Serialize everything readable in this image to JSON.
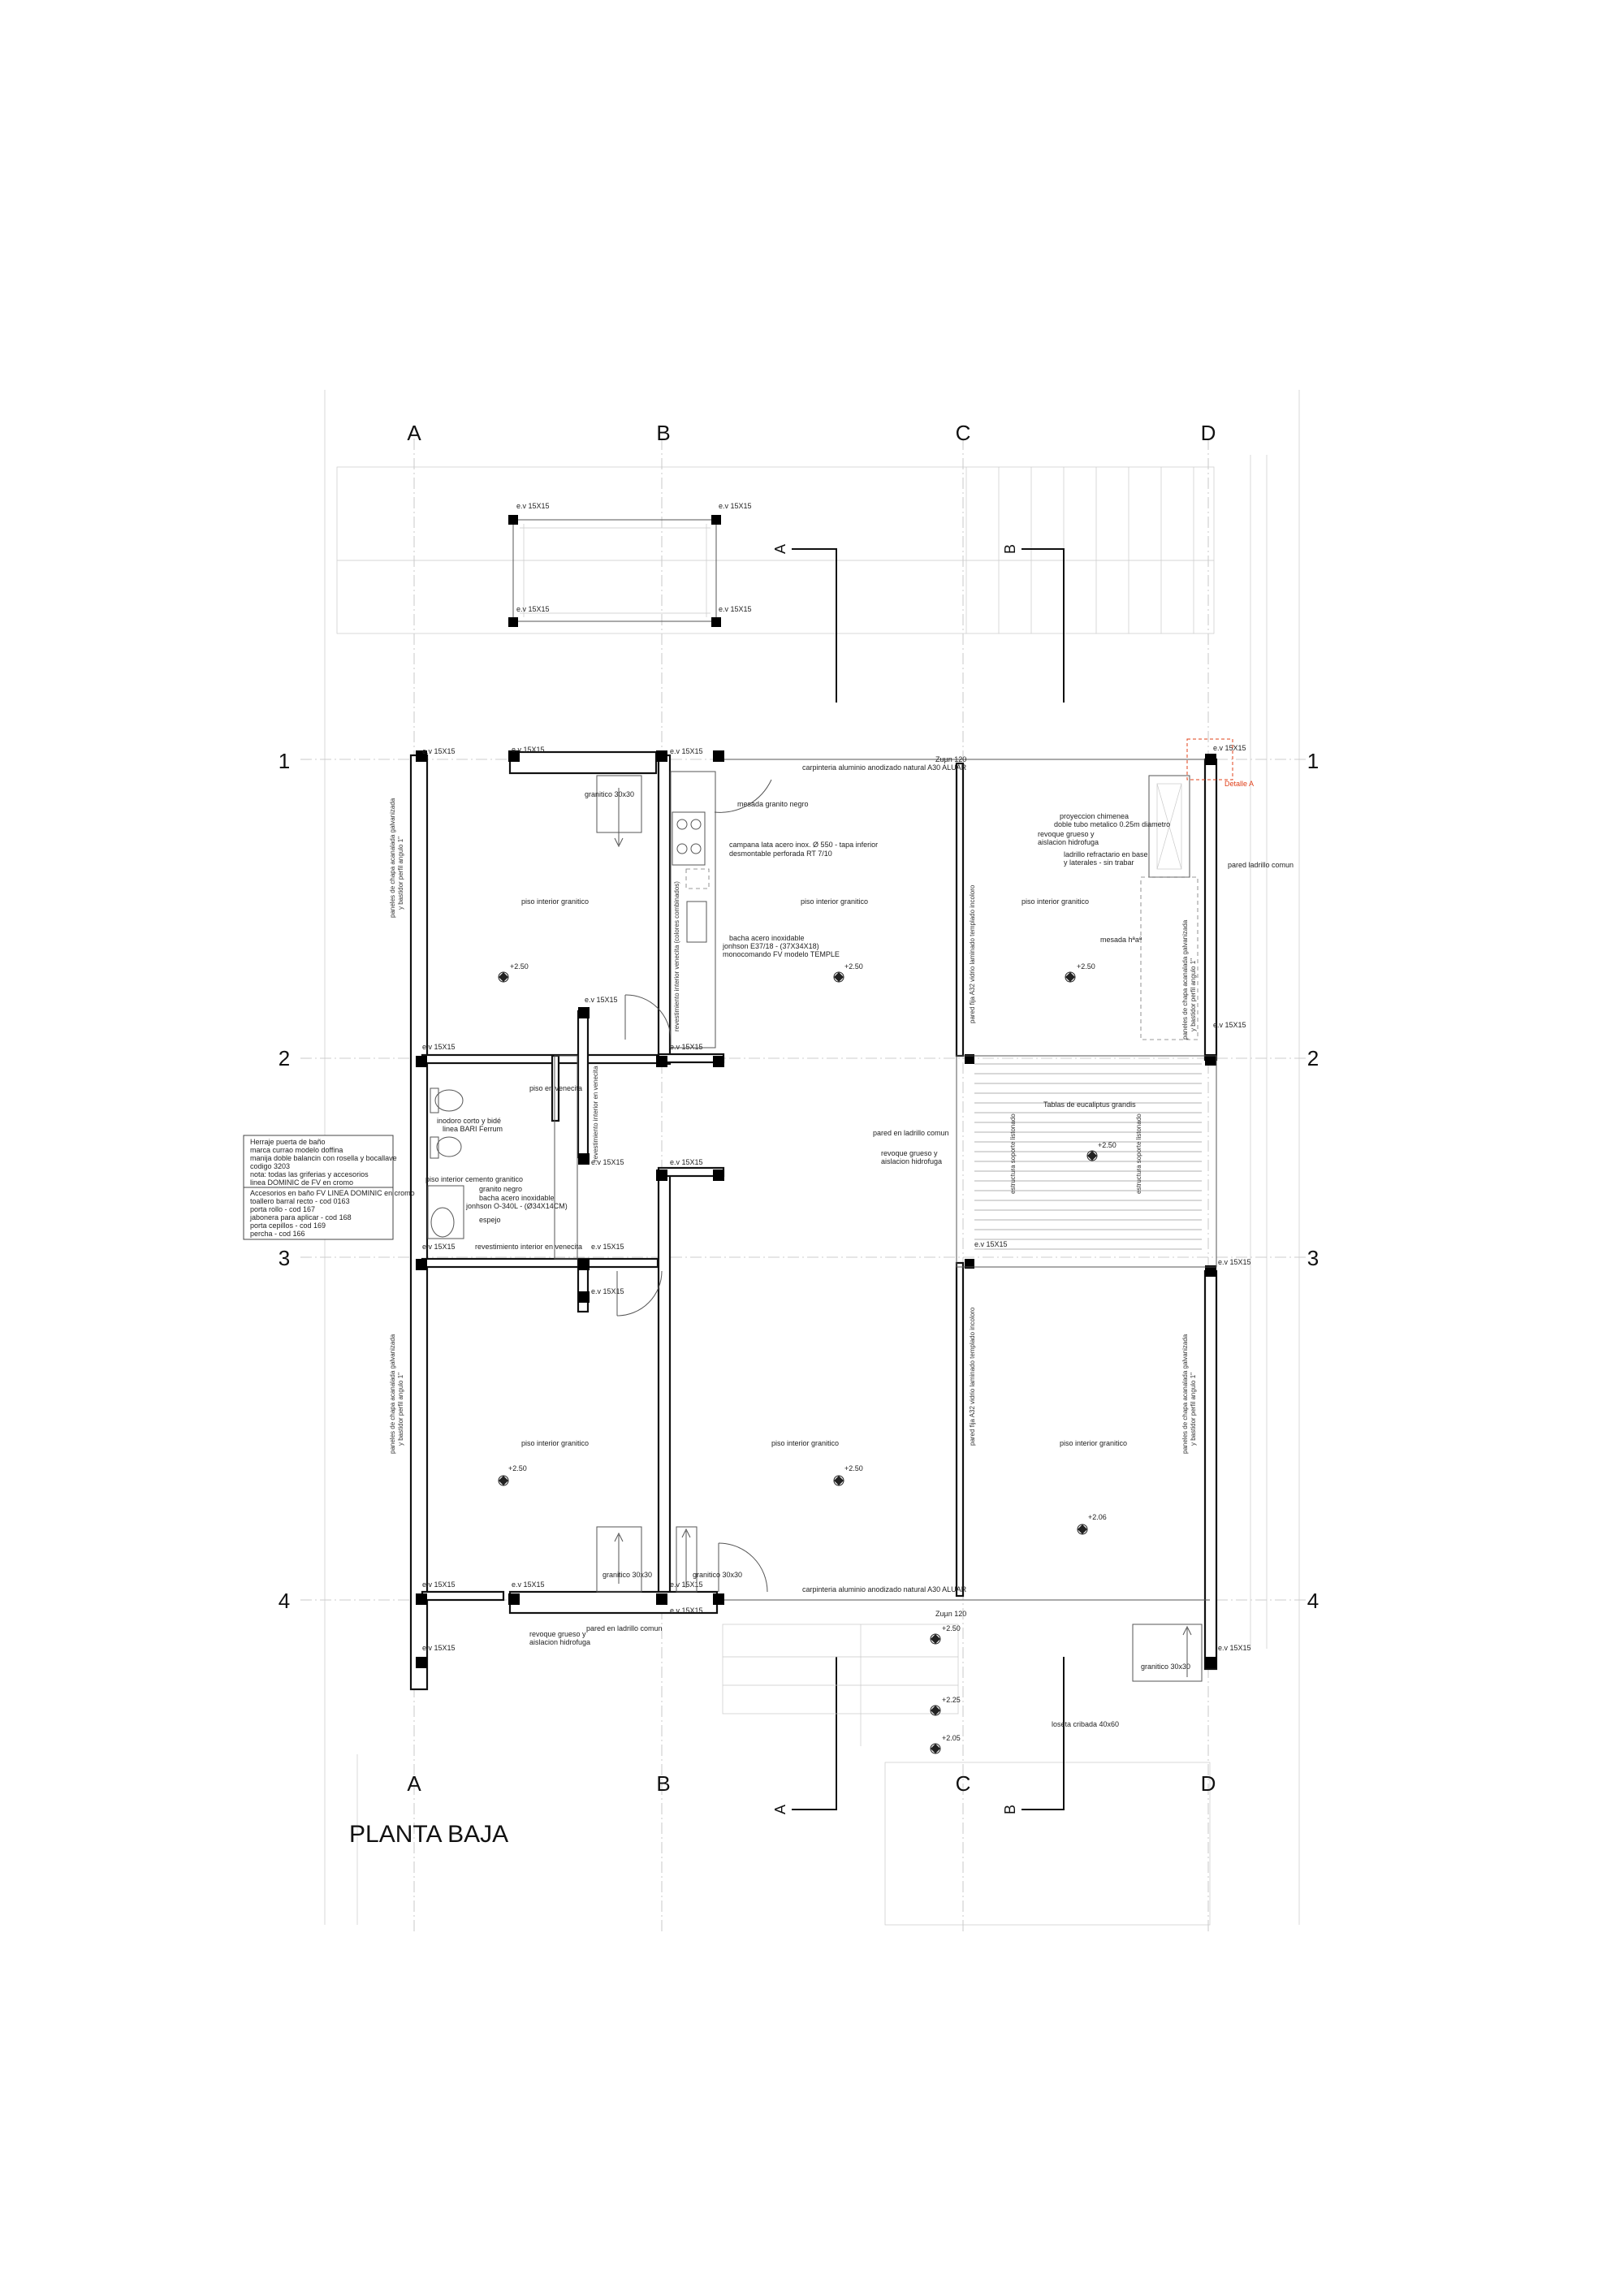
{
  "title": "PLANTA BAJA",
  "grid": {
    "columns": [
      "A",
      "B",
      "C",
      "D"
    ],
    "rows": [
      "1",
      "2",
      "3",
      "4"
    ]
  },
  "sections": {
    "a": "A",
    "b": "B"
  },
  "column_tags": {
    "e15": "e.v 15X15",
    "zuncho": "Zuµn 120"
  },
  "detail_label": "Detalle A",
  "notes": {
    "carpinteria_top": "carpinteria aluminio anodizado natural A30 ALUAR",
    "carpinteria_bottom": "carpinteria aluminio anodizado natural A30 ALUAR",
    "mesada": "mesada granito negro",
    "campana": "campana lata acero inox.  Ø 550 - tapa inferior",
    "campana_2": "desmontable perforada RT 7/10",
    "bacha_1": "bacha acero inoxidable",
    "bacha_2": "jonhson E37/18 - (37X34X18)",
    "bacha_3": "monocomando FV modelo TEMPLE",
    "granitico_top": "granitico 30x30",
    "granitico_b1": "granitico 30x30",
    "granitico_b2": "granitico 30x30",
    "granitico_b3": "granitico 30x30",
    "piso_1": "piso interior  granitico",
    "piso_2": "piso interior  granitico",
    "piso_3": "piso interior  granitico",
    "piso_4": "piso interior  granitico",
    "piso_5": "piso interior  granitico",
    "piso_6": "piso interior  granitico",
    "chimenea_1": "proyeccion chimenea",
    "chimenea_2": "doble tubo metalico 0.25m diametro",
    "revoque_top_1": "revoque grueso  y",
    "revoque_top_2": "aislacion hidrofuga",
    "ladrillo_1": "ladrillo refractario en base",
    "ladrillo_2": "y laterales - sin trabar",
    "pared_ladrillo": "pared ladrillo comun",
    "mesada_h": "mesada hªaª",
    "piso_venecita": "piso en venecita",
    "inodoro_1": "inodoro corto y bidé",
    "inodoro_2": "linea BARI Ferrum",
    "piso_cemento": "piso interior cemento granitico",
    "granito_negro": "granito negro",
    "bacha_bano_1": "bacha acero inoxidable",
    "bacha_bano_2": "jonhson O-340L - (Ø34X14CM)",
    "espejo": "espejo",
    "rev_venecita": "revestimiento interior en venecita",
    "pared_ladrillo_centro": "pared en ladrillo comun",
    "revoque_centro_1": "revoque grueso  y",
    "revoque_centro_2": "aislacion hidrofuga",
    "tablas": "Tablas de eucaliptus grandis",
    "pared_ladrillo_bottom": "pared en ladrillo comun",
    "revoque_bottom_1": "revoque grueso  y",
    "revoque_bottom_2": "aislacion hidrofuga",
    "loseta": "loseta cribada 40x60",
    "granitico_d4": "granitico 30x30"
  },
  "vertical_notes": {
    "paneles_left_top": "paneles de chapa acanalada galvanizada",
    "paneles_left_top_2": "y bastidor perfil angulo 1\"",
    "paneles_left_bottom": "paneles de chapa acanalada galvanizada",
    "paneles_left_bottom_2": "y bastidor perfil angulo 1\"",
    "paneles_right_top": "paneles de chapa acanalada galvanizada",
    "paneles_right_top_2": "y bastidor perfil angulo 1\"",
    "paneles_right_bottom": "paneles de chapa acanalada galvanizada",
    "paneles_right_bottom_2": "y bastidor perfil angulo 1\"",
    "rev_kitchen": "revestimiento interior venecita (colores combinados)",
    "rev_bath": "revestimiento interior en venecita",
    "estructura_c_top": "pared fija A32 vidrio laminado templado incoloro",
    "estructura_c_bottom": "pared fija A32 vidrio laminado templado incoloro",
    "estructura_deck_1": "estructura soporte listonado",
    "estructura_deck_2": "estructura soporte listonado"
  },
  "legend": {
    "lines_top": [
      "Herraje puerta de baño",
      "marca currao modelo doffina",
      "manija doble balancin con rosella y bocallave",
      "codigo 3203",
      "nota: todas las griferias y accesorios",
      "  linea  DOMINIC de FV en cromo"
    ],
    "lines_bottom": [
      "Accesorios en baño FV LINEA DOMINIC en cromo",
      "toallero barral recto - cod 0163",
      "porta rollo - cod 167",
      "jabonera para aplicar - cod 168",
      "porta cepillos - cod 169",
      "percha - cod 166"
    ]
  },
  "levels": {
    "l1": "+2.50",
    "l2": "+2.50",
    "l3": "+2.50",
    "l4": "+2.50",
    "l5": "+2.50",
    "l6": "+2.50",
    "l7": "+2.06",
    "l8": "+2.50",
    "l9": "+2.25",
    "l10": "+2.05"
  }
}
